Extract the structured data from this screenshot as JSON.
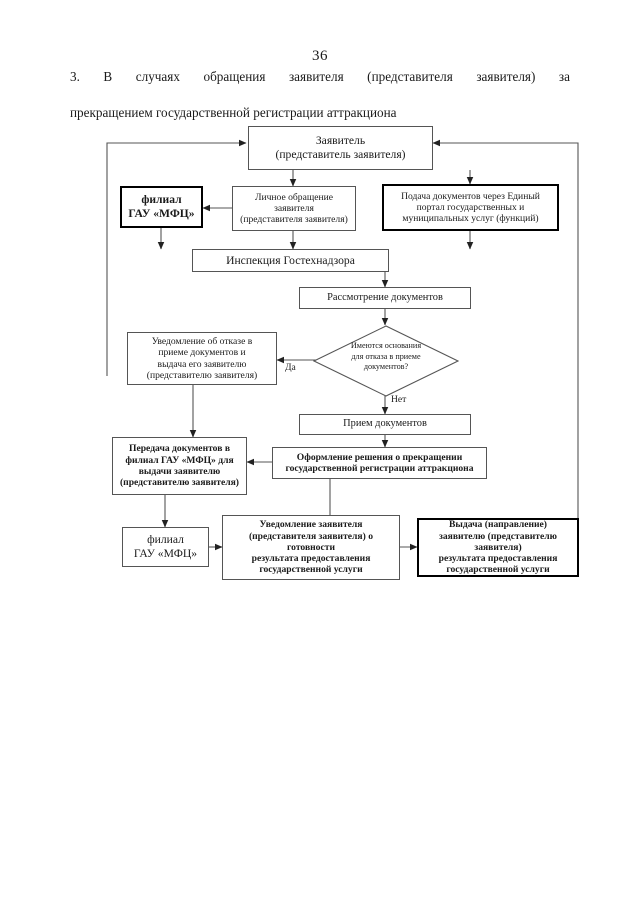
{
  "document": {
    "page_number": "36",
    "intro_paragraph": "3. В случаях обращения заявителя (представителя заявителя) за прекращением государственной регистрации аттракциона",
    "intro_line1": "3.  В  случаях  обращения  заявителя  (представителя  заявителя)  за",
    "intro_line2": "прекращением государственной регистрации аттракциона"
  },
  "flowchart": {
    "type": "process-flow-diagram",
    "nodes": [
      {
        "id": "applicant",
        "label": "Заявитель\n(представитель заявителя)"
      },
      {
        "id": "mfc-branch-top",
        "label": "филиал\nГАУ «МФЦ»"
      },
      {
        "id": "personal-request",
        "label": "Личное обращение заявителя\n(представителя заявителя)"
      },
      {
        "id": "epgu-submission",
        "label": "Подача документов через Единый портал государственных и муниципальных услуг (функций)"
      },
      {
        "id": "inspection",
        "label": "Инспекция Гостехнадзора"
      },
      {
        "id": "review-docs",
        "label": "Рассмотрение документов"
      },
      {
        "id": "decision",
        "label": "Имеются основания для отказа в приеме документов?"
      },
      {
        "id": "refusal-notice",
        "label": "Уведомление об отказе в приеме документов и выдача его заявителю (представителю заявителя)"
      },
      {
        "id": "accept-docs",
        "label": "Прием документов"
      },
      {
        "id": "transfer-docs",
        "label": "Передача документов в филиал ГАУ «МФЦ» для выдачи заявителю (представителю заявителя)"
      },
      {
        "id": "decision-forming",
        "label": "Оформление решения о прекращении государственной регистрации аттракциона"
      },
      {
        "id": "mfc-branch-bottom",
        "label": "филиал\nГАУ «МФЦ»"
      },
      {
        "id": "notify-ready",
        "label": "Уведомление заявителя (представителя заявителя) о готовности результата предоставления государственной услуги"
      },
      {
        "id": "issue-result",
        "label": "Выдача (направление) заявителю (представителю заявителя) результата предоставления государственной услуги"
      }
    ],
    "node_text": {
      "applicant_line1": "Заявитель",
      "applicant_line2": "(представитель заявителя)",
      "mfc_top_line1": "филиал",
      "mfc_top_line2": "ГАУ «МФЦ»",
      "personal_request_line1": "Личное обращение заявителя",
      "personal_request_line2": "(представителя заявителя)",
      "epgu_line1": "Подача документов через Единый",
      "epgu_line2": "портал государственных и",
      "epgu_line3": "муниципальных услуг (функций)",
      "inspection": "Инспекция Гостехнадзора",
      "review_docs": "Рассмотрение документов",
      "decision_line1": "Имеются основания",
      "decision_line2": "для отказа в приеме",
      "decision_line3": "документов?",
      "refusal_line1": "Уведомление об отказе в",
      "refusal_line2": "приеме документов и",
      "refusal_line3": "выдача его заявителю",
      "refusal_line4": "(представителю заявителя)",
      "accept_docs": "Прием документов",
      "transfer_line1": "Передача документов в",
      "transfer_line2": "филиал ГАУ «МФЦ» для",
      "transfer_line3": "выдачи заявителю",
      "transfer_line4": "(представителю заявителя)",
      "forming_line1": "Оформление решения о прекращении",
      "forming_line2": "государственной регистрации аттракциона",
      "mfc_bottom_line1": "филиал",
      "mfc_bottom_line2": "ГАУ «МФЦ»",
      "notify_line1": "Уведомление заявителя",
      "notify_line2": "(представителя заявителя) о готовности",
      "notify_line3": "результата предоставления",
      "notify_line4": "государственной услуги",
      "issue_line1": "Выдача (направление)",
      "issue_line2": "заявителю (представителю заявителя)",
      "issue_line3": "результата предоставления",
      "issue_line4": "государственной услуги"
    },
    "edge_labels": {
      "yes": "Да",
      "no": "Нет"
    },
    "colors": {
      "line": "#555555",
      "bold_border": "#000000",
      "text": "#1a1a1a",
      "background": "#ffffff"
    }
  }
}
